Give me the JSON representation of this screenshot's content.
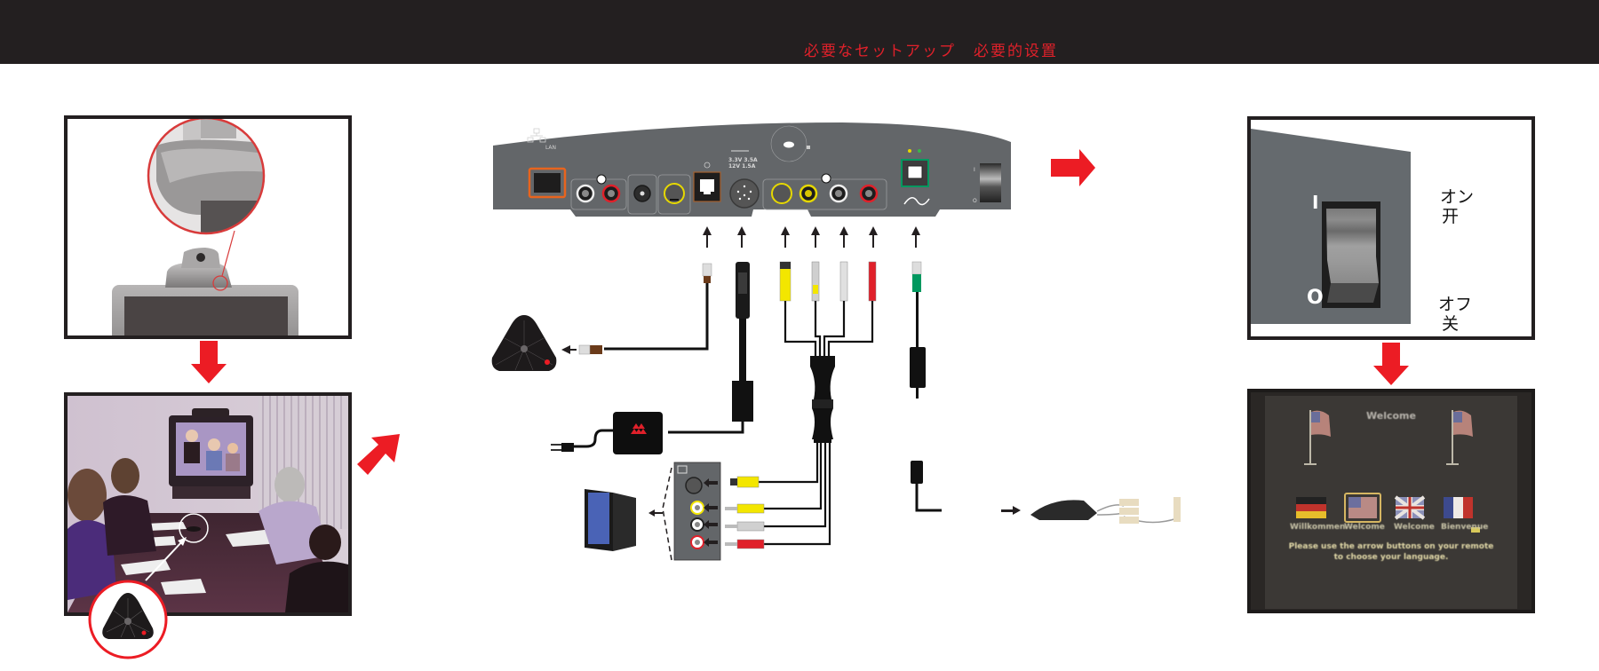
{
  "header": {
    "title_ja": "必要なセットアップ",
    "title_zh": "必要的设置"
  },
  "device": {
    "lan_label": "LAN",
    "power_rating_1": "3.3V 3.5A",
    "power_rating_2": "12V 1.5A",
    "power_switch_on": "I",
    "power_switch_off": "O"
  },
  "power_switch_panel": {
    "on_symbol": "I",
    "off_symbol": "O",
    "on_label_ja": "オン",
    "on_label_zh": "开",
    "off_label_ja": "オフ",
    "off_label_zh": "关"
  },
  "welcome_screen": {
    "title": "Welcome",
    "languages": [
      {
        "flag": "germany-flag",
        "label": "Willkommen"
      },
      {
        "flag": "usa-flag",
        "label": "Welcome",
        "selected": true
      },
      {
        "flag": "uk-flag",
        "label": "Welcome"
      },
      {
        "flag": "france-flag",
        "label": "Bienvenue"
      }
    ],
    "instruction_line1": "Please use the arrow buttons on your remote",
    "instruction_line2": "to choose your language."
  },
  "colors": {
    "topbar": "#231f20",
    "accent_red": "#ec1c24",
    "device_gray": "#636669",
    "lan_orange": "#e8641e",
    "phone_green": "#00985f",
    "video_yellow": "#f3e600",
    "audio_red": "#e0202a",
    "tv_blue": "#4a63b6"
  }
}
